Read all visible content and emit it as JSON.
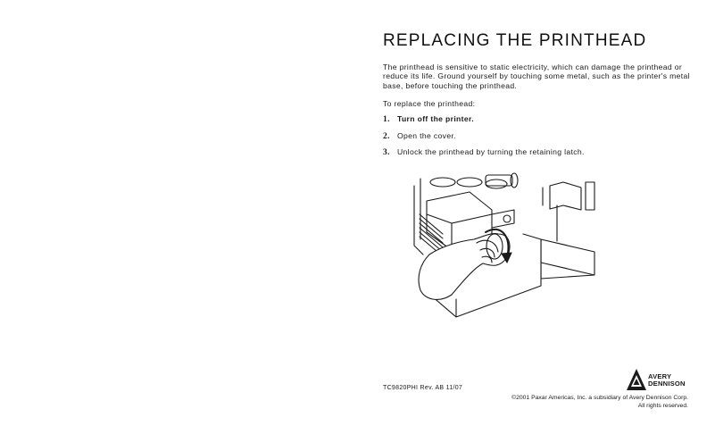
{
  "title": "REPLACING THE PRINTHEAD",
  "intro": "The printhead is sensitive to static electricity, which can damage the printhead or reduce its life.  Ground yourself by touching some metal, such as the printer's metal base, before touching the printhead.",
  "lead_in": "To replace the printhead:",
  "steps": [
    {
      "num": "1.",
      "text": "Turn off the printer."
    },
    {
      "num": "2.",
      "text": "Open the cover."
    },
    {
      "num": "3.",
      "text": "Unlock the printhead by turning the retaining latch."
    }
  ],
  "doc_code": "TC9820PHI  Rev. AB  11/07",
  "logo": {
    "line1": "AVERY",
    "line2": "DENNISON"
  },
  "copyright": {
    "line1": "©2001 Paxar Americas, Inc. a subsidiary of Avery Dennison Corp.",
    "line2": "All rights reserved."
  }
}
